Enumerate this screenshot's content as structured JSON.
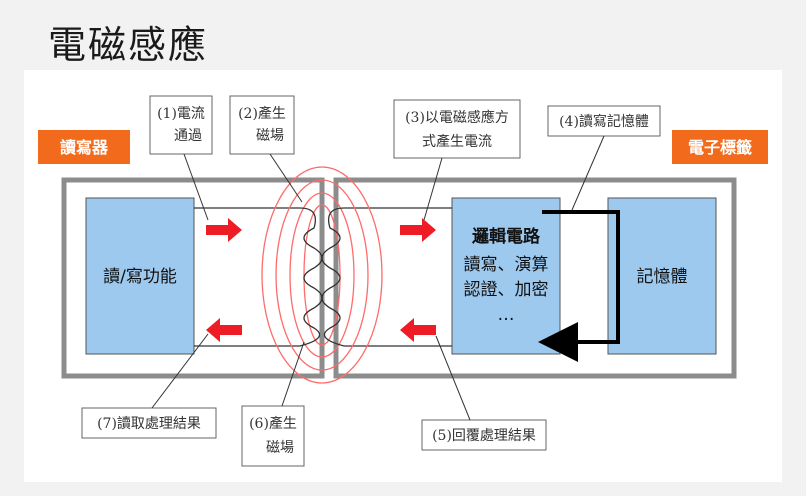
{
  "title": "電磁感應",
  "tags": {
    "reader": "讀寫器",
    "tag": "電子標籤"
  },
  "blocks": {
    "read_write_function": "讀/寫功能",
    "logic_line1": "邏輯電路",
    "logic_line2": "讀寫、演算",
    "logic_line3": "認證、加密",
    "logic_line4": "…",
    "memory": "記憶體"
  },
  "callouts": {
    "c1_line1": "(1)電流",
    "c1_line2": "通過",
    "c2_line1": "(2)產生",
    "c2_line2": "磁場",
    "c3_line1": "(3)以電磁感應方",
    "c3_line2": "式產生電流",
    "c4": "(4)讀寫記憶體",
    "c5": "(5)回覆處理結果",
    "c6_line1": "(6)產生",
    "c6_line2": "磁場",
    "c7": "(7)讀取處理結果"
  },
  "colors": {
    "tag_orange": "#f26b1d",
    "block_blue": "#9ec9ef",
    "frame_gray": "#8c8c8c",
    "arrow_red": "#ee1c24",
    "field_red": "#ff6b6b"
  }
}
